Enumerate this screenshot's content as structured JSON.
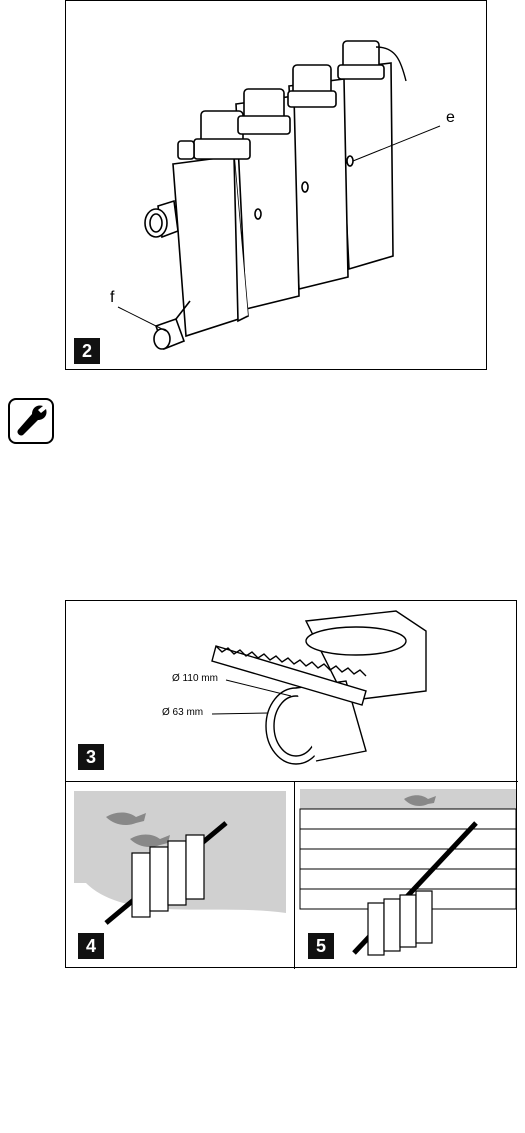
{
  "figure2": {
    "number": "2",
    "callout_e": "e",
    "callout_f": "f"
  },
  "service_icon": "wrench-icon",
  "figure3": {
    "number": "3",
    "diameter_outer": "Ø 110 mm",
    "diameter_inner": "Ø 63 mm"
  },
  "figure4": {
    "number": "4"
  },
  "figure5": {
    "number": "5"
  }
}
